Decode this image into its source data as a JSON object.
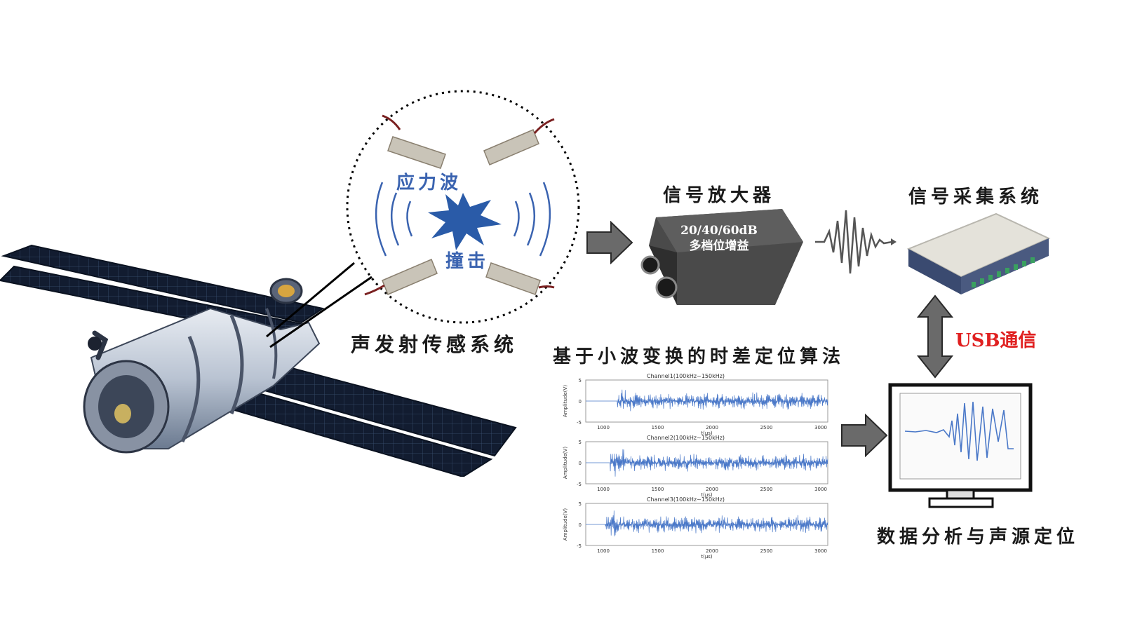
{
  "labels": {
    "stress_wave": "应力波",
    "impact": "撞击",
    "ae_sensor_system": "声发射传感系统",
    "amplifier_title": "信号放大器",
    "amplifier_gain": "20/40/60dB",
    "amplifier_multi": "多档位增益",
    "acquisition_title": "信号采集系统",
    "usb": "USB通信",
    "algorithm_title": "基于小波变换的时差定位算法",
    "analysis_title": "数据分析与声源定位"
  },
  "plots": [
    {
      "title": "Channel1(100kHz~150kHz)",
      "ylabel": "Amplitude(V)",
      "xlabel": "t(μs)",
      "yticks": [
        "5",
        "0",
        "-5"
      ],
      "xticks": [
        "1000",
        "1500",
        "2000",
        "2500",
        "3000"
      ]
    },
    {
      "title": "Channel2(100kHz~150kHz)",
      "ylabel": "Amplitude(V)",
      "xlabel": "t(μs)",
      "yticks": [
        "5",
        "0",
        "-5"
      ],
      "xticks": [
        "1000",
        "1500",
        "2000",
        "2500",
        "3000"
      ]
    },
    {
      "title": "Channel3(100kHz~150kHz)",
      "ylabel": "Amplitude(V)",
      "xlabel": "t(μs)",
      "yticks": [
        "5",
        "0",
        "-5"
      ],
      "xticks": [
        "1000",
        "1500",
        "2000",
        "2500",
        "3000"
      ]
    }
  ],
  "colors": {
    "signal": "#4a78c8",
    "impact_star": "#2a5ba8",
    "wave_lines": "#3a63b0",
    "arrow_gray": "#6a6a6a",
    "usb_red": "#e02020",
    "panel_dark": "#121c30",
    "amplifier_body": "#4a4a4a"
  },
  "icons": [
    "satellite-illustration",
    "piezo-sensor-icon",
    "impact-star-icon",
    "amplifier-device-icon",
    "daq-device-icon",
    "waveform-icon",
    "monitor-icon",
    "flow-arrow-icon",
    "double-arrow-icon"
  ]
}
